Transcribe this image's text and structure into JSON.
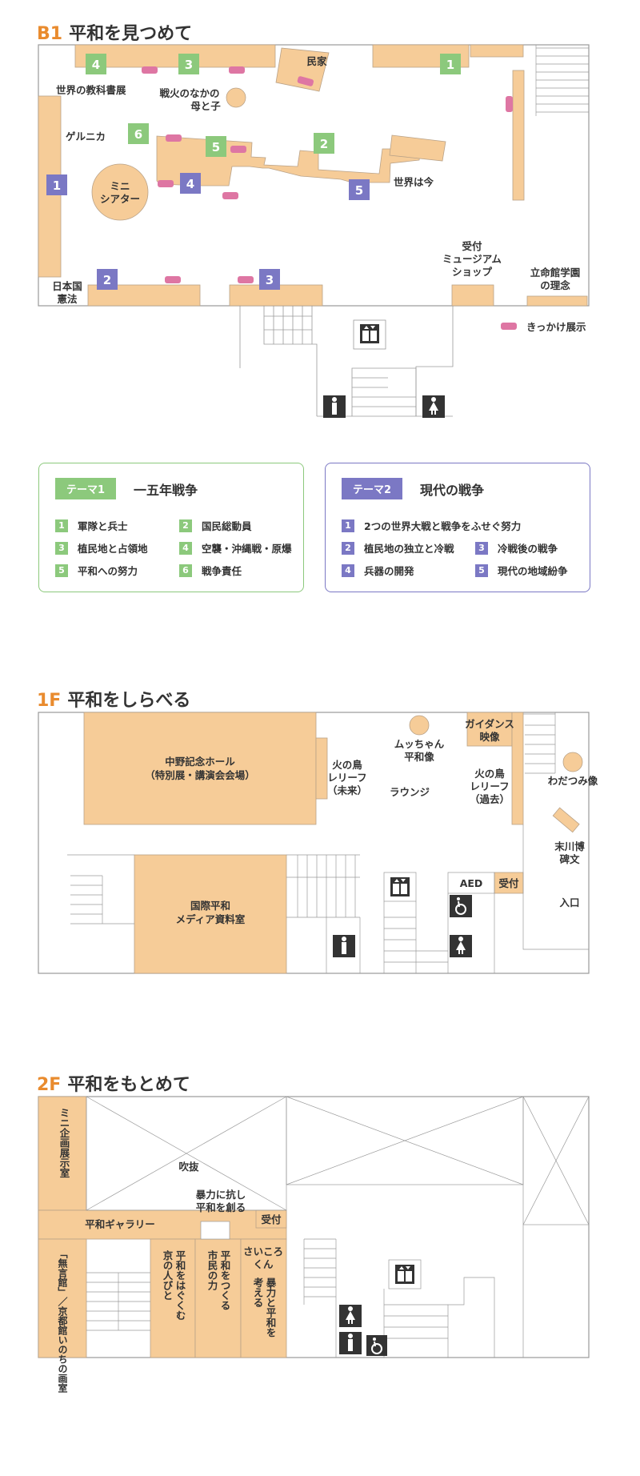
{
  "colors": {
    "orange": "#e98b2e",
    "room": "#f6cc98",
    "roomStroke": "#b9a288",
    "green": "#8cc97c",
    "purple": "#7b78c4",
    "pink": "#de76a3",
    "line": "#9a9a9a"
  },
  "b1": {
    "title_num": "B1",
    "title_text": "平和を見つめて",
    "labels": {
      "minka": "民家",
      "kyokasho": "世界の教科書展",
      "senka1": "戦火のなかの",
      "senka2": "母と子",
      "guernica": "ゲルニカ",
      "mini1": "ミニ",
      "mini2": "シアター",
      "sekai": "世界は今",
      "uketsuke1": "受付",
      "uketsuke2": "ミュージアム",
      "uketsuke3": "ショップ",
      "kenpo1": "日本国",
      "kenpo2": "憲法",
      "rits1": "立命館学園",
      "rits2": "の理念",
      "kikkake": "きっかけ展示"
    },
    "badges": {
      "g4": "4",
      "g3": "3",
      "g1": "1",
      "g6": "6",
      "g5": "5",
      "g2": "2",
      "p1": "1",
      "p4": "4",
      "p5": "5",
      "p2": "2",
      "p3": "3"
    }
  },
  "legend1": {
    "tag": "テーマ1",
    "title": "一五年戦争",
    "items": [
      {
        "n": "1",
        "t": "軍隊と兵士"
      },
      {
        "n": "2",
        "t": "国民総動員"
      },
      {
        "n": "3",
        "t": "植民地と占領地"
      },
      {
        "n": "4",
        "t": "空襲・沖縄戦・原爆"
      },
      {
        "n": "5",
        "t": "平和への努力"
      },
      {
        "n": "6",
        "t": "戦争責任"
      }
    ]
  },
  "legend2": {
    "tag": "テーマ2",
    "title": "現代の戦争",
    "items": [
      {
        "n": "1",
        "t": "2つの世界大戦と戦争をふせぐ努力"
      },
      {
        "n": "2",
        "t": "植民地の独立と冷戦"
      },
      {
        "n": "3",
        "t": "冷戦後の戦争"
      },
      {
        "n": "4",
        "t": "兵器の開発"
      },
      {
        "n": "5",
        "t": "現代の地域紛争"
      }
    ]
  },
  "f1": {
    "title_num": "1F",
    "title_text": "平和をしらべる",
    "labels": {
      "hall1": "中野記念ホール",
      "hall2": "（特別展・講演会会場）",
      "hino_m1": "火の鳥",
      "hino_m2": "レリーフ",
      "hino_m3": "（未来）",
      "mucchan1": "ムッちゃん",
      "mucchan2": "平和像",
      "lounge": "ラウンジ",
      "guid1": "ガイダンス",
      "guid2": "映像",
      "hino_k1": "火の鳥",
      "hino_k2": "レリーフ",
      "hino_k3": "（過去）",
      "wadatsumi": "わだつみ像",
      "suekawa1": "末川博",
      "suekawa2": "碑文",
      "media1": "国際平和",
      "media2": "メディア資料室",
      "aed": "AED",
      "uketsuke": "受付",
      "iriguchi": "入口"
    }
  },
  "f2": {
    "title_num": "2F",
    "title_text": "平和をもとめて",
    "labels": {
      "mini": "ミニ企画展示室",
      "fukinuke": "吹抜",
      "boryoku1": "暴力に抗し",
      "boryoku2": "平和を創る",
      "gallery": "平和ギャラリー",
      "uketsuke": "受付",
      "kyoto": "「無言館」／京都館いのちの画室",
      "hagukumu1": "平和をはぐくむ",
      "hagukumu2": "京の人びと",
      "tsukuru1": "平和をつくる",
      "tsukuru2": "市民の力",
      "saikoro1": "さいころ",
      "saikoro2": "くん",
      "kangaeru1": "暴力と平和を",
      "kangaeru2": "考える"
    }
  }
}
